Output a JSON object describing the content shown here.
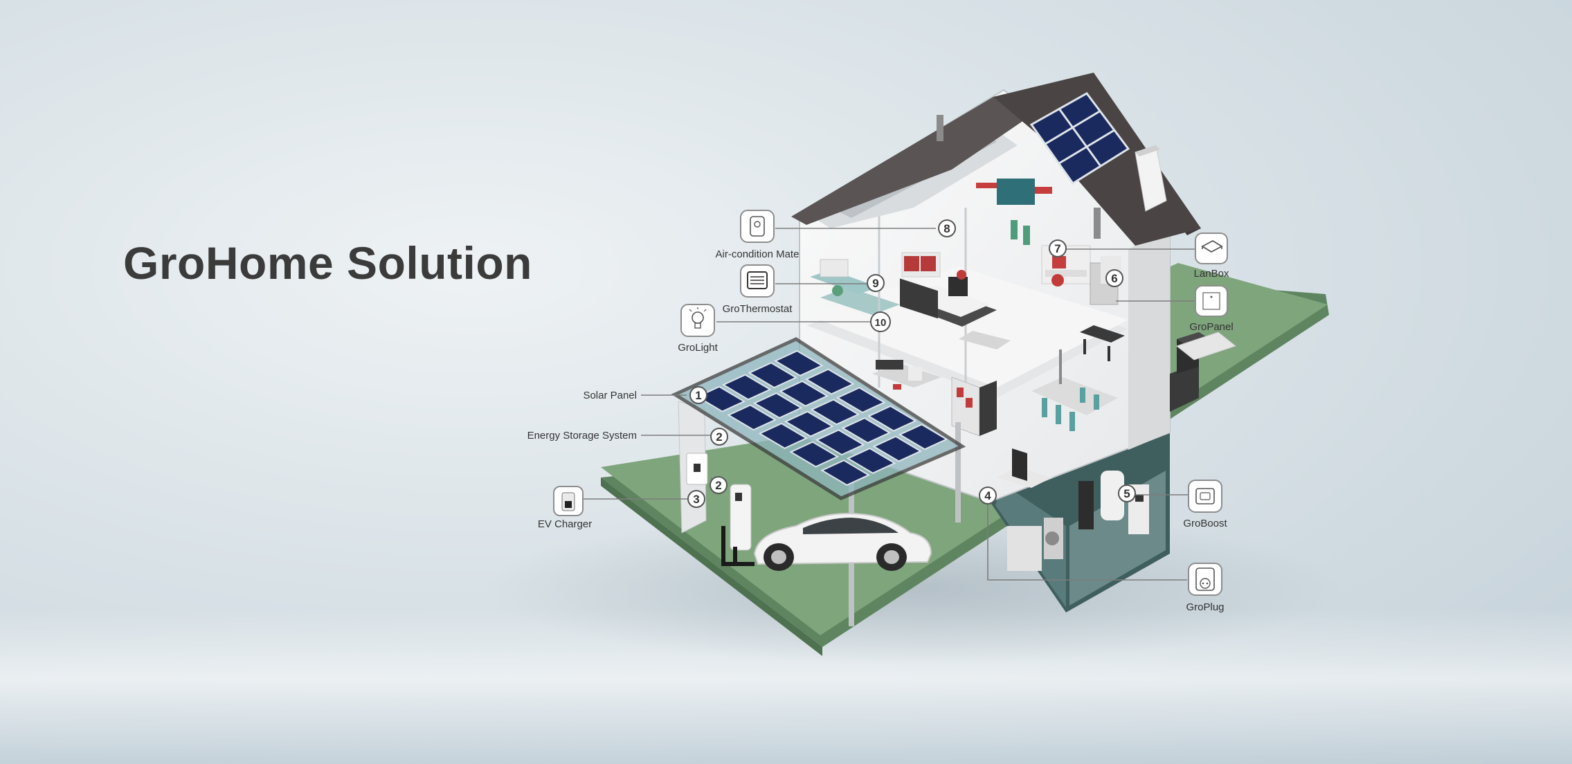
{
  "title": "GroHome Solution",
  "components": {
    "solar_panel": {
      "number": "1",
      "label": "Solar Panel"
    },
    "energy_storage": {
      "number": "2",
      "number_b": "2",
      "label": "Energy Storage System"
    },
    "ev_charger": {
      "number": "3",
      "label": "EV Charger"
    },
    "smart_meter": {
      "number": "4"
    },
    "groboost": {
      "number": "5",
      "label": "GroBoost"
    },
    "gropanel": {
      "number": "6",
      "label": "GroPanel"
    },
    "lanbox": {
      "number": "7",
      "label": "LanBox"
    },
    "aircon_mate": {
      "number": "8",
      "label": "Air-condition Mate"
    },
    "grothermostat": {
      "number": "9",
      "label": "GroThermostat"
    },
    "grolight": {
      "number": "10",
      "label": "GroLight"
    },
    "groplug": {
      "label": "GroPlug"
    }
  },
  "colors": {
    "lawn": "#7fa57d",
    "roof": "#4a4544",
    "solar": "#1b2a5e",
    "wall": "#f4f4f4",
    "title": "#3b3b3b"
  }
}
